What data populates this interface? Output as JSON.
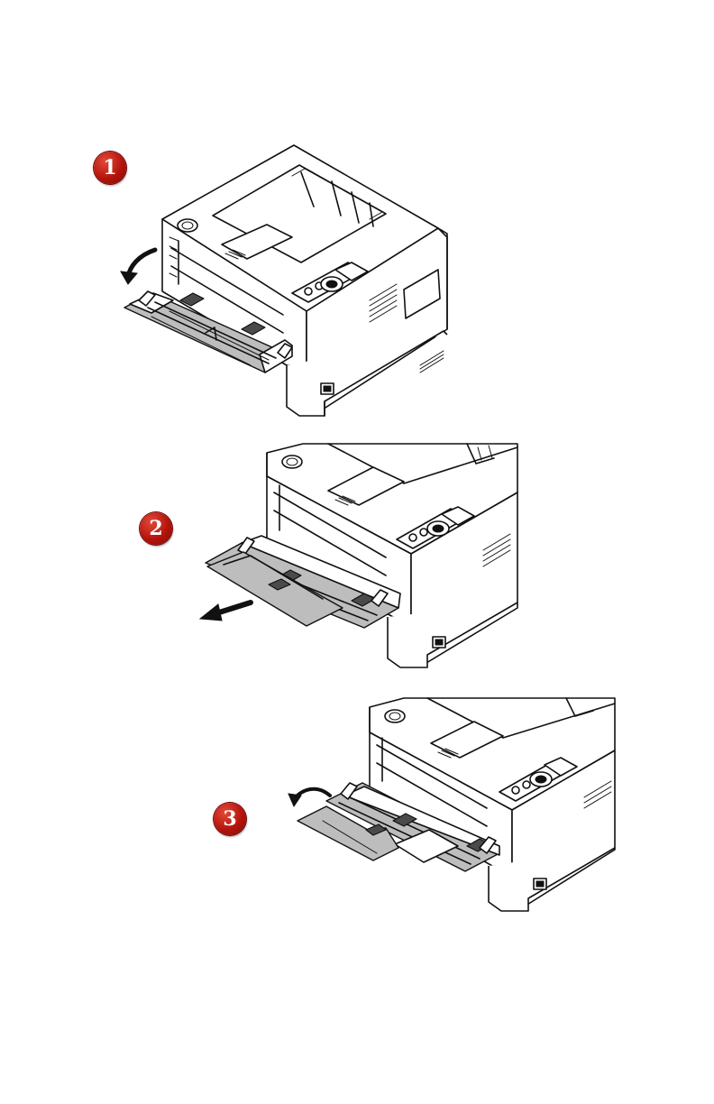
{
  "steps": [
    {
      "number": "1",
      "illustration": "printer-open-manual-feed-tray-icon",
      "arrow": "arrow-down-curved-icon"
    },
    {
      "number": "2",
      "illustration": "printer-extend-tray-icon",
      "arrow": "arrow-left-pull-icon"
    },
    {
      "number": "3",
      "illustration": "printer-unfold-extension-icon",
      "arrow": "arrow-flip-curved-icon"
    }
  ],
  "colors": {
    "badge": "#b5140c",
    "tray": "#bdbdbd",
    "line": "#111111"
  }
}
